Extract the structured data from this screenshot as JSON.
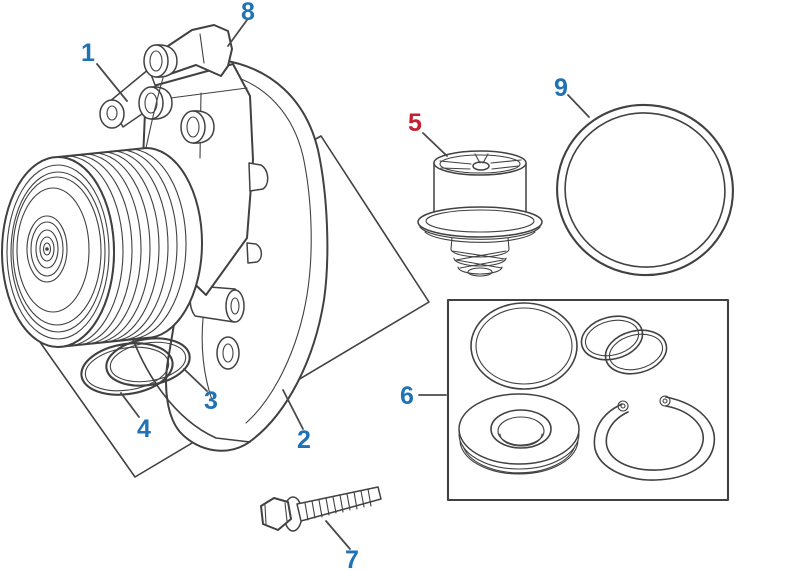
{
  "figure": {
    "background_color": "#ffffff",
    "line_color": "#414141",
    "callout_color_default": "#1f72b4",
    "callout_color_highlight": "#c42032",
    "callouts": [
      {
        "label": "1",
        "color": "#1f72b4"
      },
      {
        "label": "2",
        "color": "#1f72b4"
      },
      {
        "label": "3",
        "color": "#1f72b4"
      },
      {
        "label": "4",
        "color": "#1f72b4"
      },
      {
        "label": "5",
        "color": "#c42032"
      },
      {
        "label": "6",
        "color": "#1f72b4"
      },
      {
        "label": "7",
        "color": "#1f72b4"
      },
      {
        "label": "8",
        "color": "#1f72b4"
      },
      {
        "label": "9",
        "color": "#1f72b4"
      }
    ]
  }
}
